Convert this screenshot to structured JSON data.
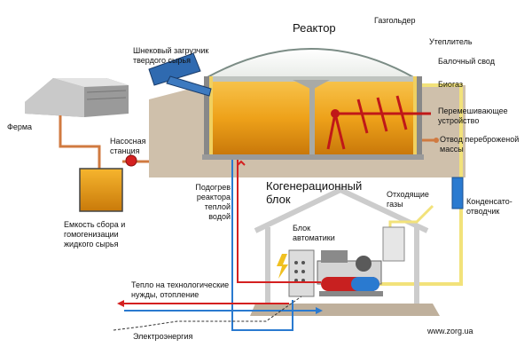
{
  "labels": {
    "reactor": "Реактор",
    "gasholder": "Газгольдер",
    "insulation": "Утеплитель",
    "beam_vault": "Балочный свод",
    "biogas": "Биогаз",
    "mixer": "Перемешивающее\nустройство",
    "digestate_outlet": "Отвод переброженой\nмассы",
    "screw_loader": "Шнековый загрузчик\nтвердого сырья",
    "farm": "Ферма",
    "pump_station": "Насосная\nстанция",
    "collection_tank": "Емкость сбора и\nгомогенизации\nжидкого сырья",
    "reactor_heating": "Подогрев\nреактора\nтеплой\nводой",
    "cogeneration": "Когенерационный\nблок",
    "exhaust": "Отходящие\nгазы",
    "condensate_trap": "Конденсато-\nотводчик",
    "automation": "Блок\nавтоматики",
    "process_heat": "Тепло на технологические\nнужды, отопление",
    "electricity": "Электроэнергия",
    "website": "www.zorg.ua"
  },
  "colors": {
    "substrate": "#f0a818",
    "hot_pipe": "#d42020",
    "cold_pipe": "#2a7ad0",
    "gas_pipe": "#f2e27a",
    "feed_pipe": "#d07a40"
  }
}
